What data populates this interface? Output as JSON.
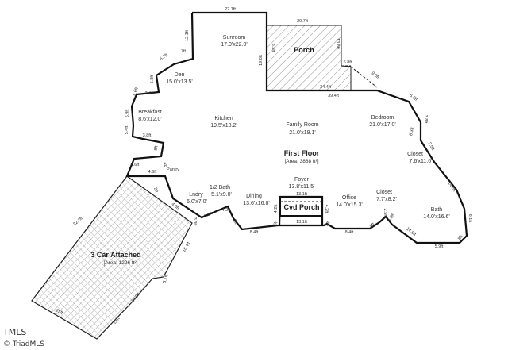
{
  "plan": {
    "floor_title": "First Floor",
    "floor_area": "[Area: 3868 ft²]",
    "rooms": [
      {
        "id": "sunroom",
        "name": "Sunroom",
        "dims": "17.0'x22.0'"
      },
      {
        "id": "porch",
        "name": "Porch",
        "dims": ""
      },
      {
        "id": "den",
        "name": "Den",
        "dims": "15.0'x13.5'"
      },
      {
        "id": "breakfast",
        "name": "Breakfast",
        "dims": "8.6'x12.0'"
      },
      {
        "id": "kitchen",
        "name": "Kitchen",
        "dims": "19.5'x18.2'"
      },
      {
        "id": "family",
        "name": "Family Room",
        "dims": "21.0'x19.1'"
      },
      {
        "id": "bedroom",
        "name": "Bedroom",
        "dims": "21.0'x17.0'"
      },
      {
        "id": "closet1",
        "name": "Closet",
        "dims": "7.6'x11.6'"
      },
      {
        "id": "pantry",
        "name": "Pantry",
        "dims": ""
      },
      {
        "id": "halfbath",
        "name": "1/2 Bath",
        "dims": "5.1'x9.0'"
      },
      {
        "id": "lndry",
        "name": "Lndry",
        "dims": "6.0'x7.0'"
      },
      {
        "id": "dining",
        "name": "Dining",
        "dims": "13.6'x16.8'"
      },
      {
        "id": "foyer",
        "name": "Foyer",
        "dims": "13.8'x11.5'"
      },
      {
        "id": "office",
        "name": "Office",
        "dims": "14.0'x15.3'"
      },
      {
        "id": "closet2",
        "name": "Closet",
        "dims": "7.7'x8.2'"
      },
      {
        "id": "bath",
        "name": "Bath",
        "dims": "14.0'x16.6'"
      },
      {
        "id": "cvdporch",
        "name": "Cvd Porch",
        "dims": ""
      }
    ],
    "garage": {
      "name": "3 Car Attached",
      "area": "[Area: 1226 ft²]"
    },
    "dimensions": {
      "d1": "22.1ft",
      "d2": "20.7ft",
      "d3": "12.1ft",
      "d4": "7ft",
      "d5": "6.7ft",
      "d6": "19.8ft",
      "d7": "3.5ft",
      "d8": "13.8ft",
      "d9": "6.8ft",
      "d10": "9.6ft",
      "d11": "34.4ft",
      "d12": "39.4ft",
      "d13": "5.8ft",
      "d14": "3.8ft",
      "d15": "6.3ft",
      "d16": "2.5ft",
      "d17": "5.9ft",
      "d18": "3.8ft",
      "d19": "4.6ft",
      "d20": "3.4ft",
      "d21": "5.8ft",
      "d22": "5.4ft",
      "d23": "14.5ft",
      "d24": "6.1ft",
      "d25": "8ft",
      "d26": "12.6ft",
      "d27": "6.6ft",
      "d28": "14.8ft",
      "d29": "5.5ft",
      "d30": "3.3ft",
      "d31": "4.8ft",
      "d32": "8ft",
      "d33": "4.6ft",
      "d34": "4.5ft",
      "d35": "5ft",
      "d36": "2.5ft",
      "d37": "4.2ft",
      "d38": "8.4ft",
      "d39": "4.2ft",
      "d40": "13.1ft",
      "d41": "5ft",
      "d42": "8.4ft",
      "d43": "5ft",
      "d44": "4.2ft",
      "d45": "5.4ft",
      "d46": "2.5ft",
      "d47": "8ft",
      "d48": "5.9ft",
      "d49": "22.2ft",
      "d50": "16.4ft",
      "d51": "25ft",
      "d52": "26ft",
      "d53": "14.8ft",
      "d54": "13.1ft",
      "d55": "5ft",
      "d56": "22.2ft",
      "d57": "5.1ft",
      "d58": "2ft"
    }
  },
  "watermark": {
    "line1": "TMLS",
    "line2": "© TriadMLS"
  },
  "colors": {
    "wall": "#111111",
    "hatch": "#777777",
    "background": "#ffffff"
  }
}
